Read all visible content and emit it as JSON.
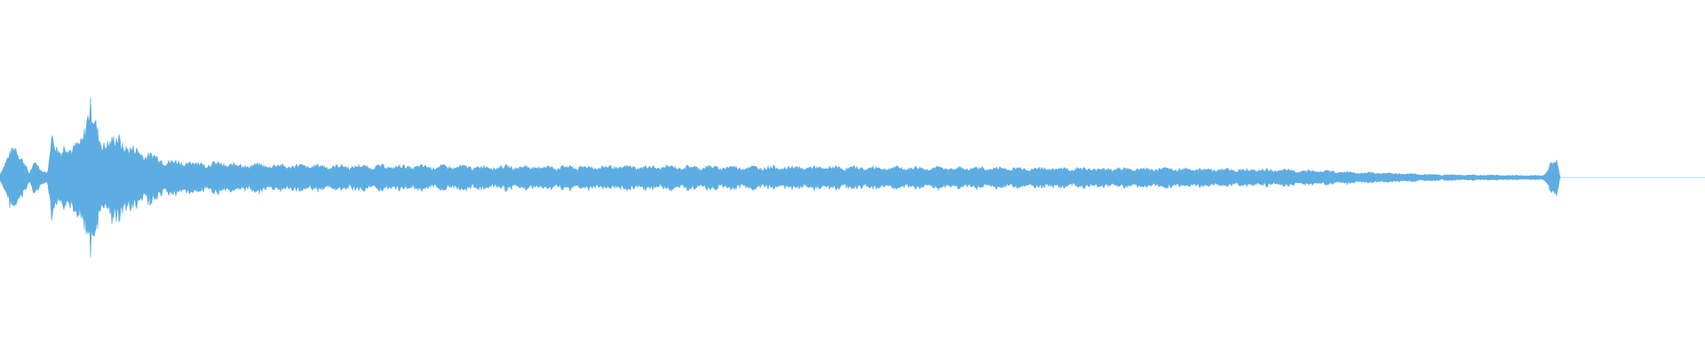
{
  "waveform": {
    "color": "#5dade2",
    "background": "#ffffff",
    "peak_amplitude": 0.195,
    "envelope": [
      [
        0.0,
        0.012
      ],
      [
        0.004,
        0.05
      ],
      [
        0.009,
        0.09
      ],
      [
        0.013,
        0.06
      ],
      [
        0.017,
        0.01
      ],
      [
        0.021,
        0.045
      ],
      [
        0.025,
        0.02
      ],
      [
        0.028,
        0.012
      ],
      [
        0.03,
        0.11
      ],
      [
        0.034,
        0.08
      ],
      [
        0.038,
        0.1
      ],
      [
        0.042,
        0.07
      ],
      [
        0.047,
        0.11
      ],
      [
        0.053,
        0.195
      ],
      [
        0.058,
        0.12
      ],
      [
        0.064,
        0.095
      ],
      [
        0.07,
        0.115
      ],
      [
        0.076,
        0.08
      ],
      [
        0.082,
        0.075
      ],
      [
        0.09,
        0.06
      ],
      [
        0.1,
        0.045
      ],
      [
        0.12,
        0.04
      ],
      [
        0.15,
        0.035
      ],
      [
        0.2,
        0.032
      ],
      [
        0.3,
        0.03
      ],
      [
        0.4,
        0.03
      ],
      [
        0.5,
        0.028
      ],
      [
        0.6,
        0.026
      ],
      [
        0.7,
        0.024
      ],
      [
        0.76,
        0.02
      ],
      [
        0.8,
        0.014
      ],
      [
        0.84,
        0.008
      ],
      [
        0.88,
        0.006
      ],
      [
        0.905,
        0.005
      ],
      [
        0.91,
        0.04
      ],
      [
        0.913,
        0.045
      ],
      [
        0.915,
        0.0
      ],
      [
        1.0,
        0.0
      ]
    ]
  }
}
